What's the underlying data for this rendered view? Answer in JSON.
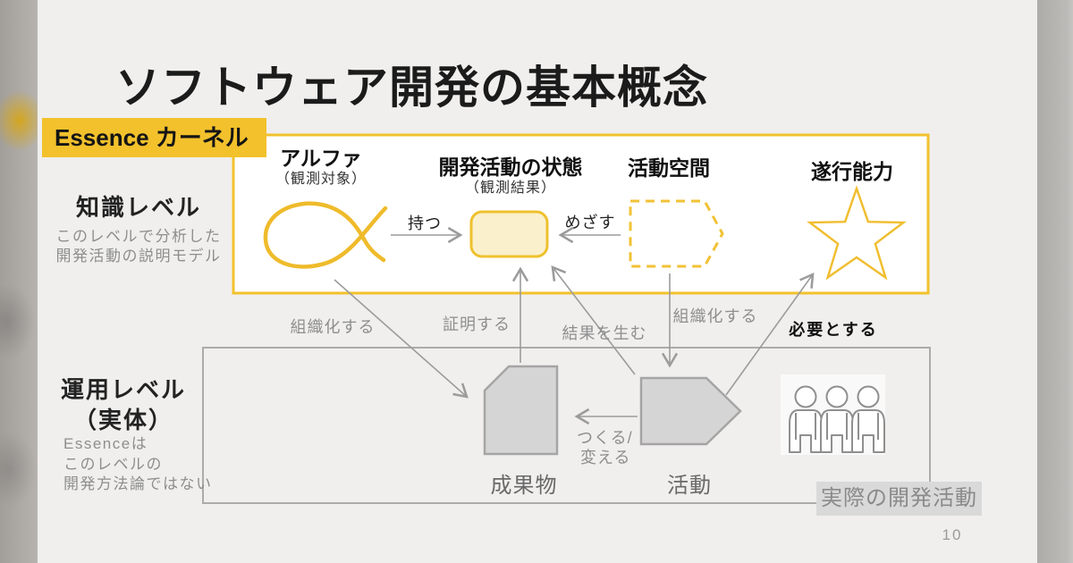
{
  "header": {
    "title": "ソフトウェア開発の基本概念"
  },
  "kernel": {
    "tag": "Essence カーネル",
    "alpha_label": "アルファ",
    "alpha_sub": "（観測対象）",
    "state_label": "開発活動の状態",
    "state_sub": "（観測結果）",
    "space_label": "活動空間",
    "competency_label": "遂行能力"
  },
  "levels": {
    "knowledge_title": "知識レベル",
    "knowledge_desc1": "このレベルで分析した",
    "knowledge_desc2": "開発活動の説明モデル",
    "operation_title": "運用レベル",
    "operation_subtitle": "（実体）",
    "operation_desc1": "Essenceは",
    "operation_desc2": "このレベルの",
    "operation_desc3": "開発方法論ではない"
  },
  "relations": {
    "has": "持つ",
    "aim": "めざす",
    "organize_left": "組織化する",
    "prove": "証明する",
    "produce": "結果を生む",
    "organize_right": "組織化する",
    "require": "必要とする",
    "create1": "つくる/",
    "create2": "変える"
  },
  "reality": {
    "work_product": "成果物",
    "activity": "活動",
    "caption": "実際の開発活動"
  },
  "footer": {
    "page_number": "10"
  },
  "icons": {
    "alpha": "alpha-icon",
    "state": "state-card-icon",
    "activity_space": "activity-space-icon",
    "competency": "competency-star-icon",
    "work_product": "work-product-icon",
    "activity": "activity-arrow-icon",
    "team": "team-icon"
  },
  "colors": {
    "accent_yellow": "#F2C12C",
    "state_fill": "#FAF0CC",
    "gray_fill": "#D5D5D5",
    "caption_bg": "#D9D9D9",
    "arrow_gray": "#9B9B9B"
  }
}
